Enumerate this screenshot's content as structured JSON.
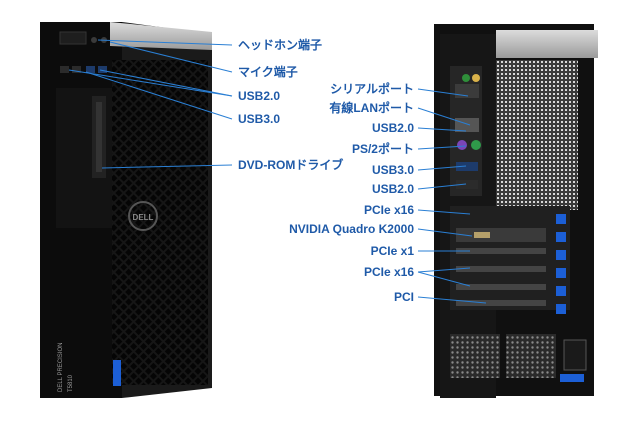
{
  "front_labels": [
    "ヘッドホン端子",
    "マイク端子",
    "USB2.0",
    "USB3.0",
    "DVD-ROMドライブ"
  ],
  "rear_labels": [
    "シリアルポート",
    "有線LANポート",
    "USB2.0",
    "PS/2ポート",
    "USB3.0",
    "USB2.0",
    "PCIe x16",
    "NVIDIA Quadro K2000",
    "PCIe x1",
    "PCIe x16",
    "PCI"
  ],
  "front_branding": {
    "logo": "DELL",
    "side_text": "DELL PRECISION",
    "model": "T5810"
  },
  "colors": {
    "label": "#1f5aa8",
    "leader_line": "#2a7fd4",
    "chassis": "#0b0b0b",
    "top_silver": "#b9b9b9",
    "slot_blue": "#1c5fd6"
  }
}
